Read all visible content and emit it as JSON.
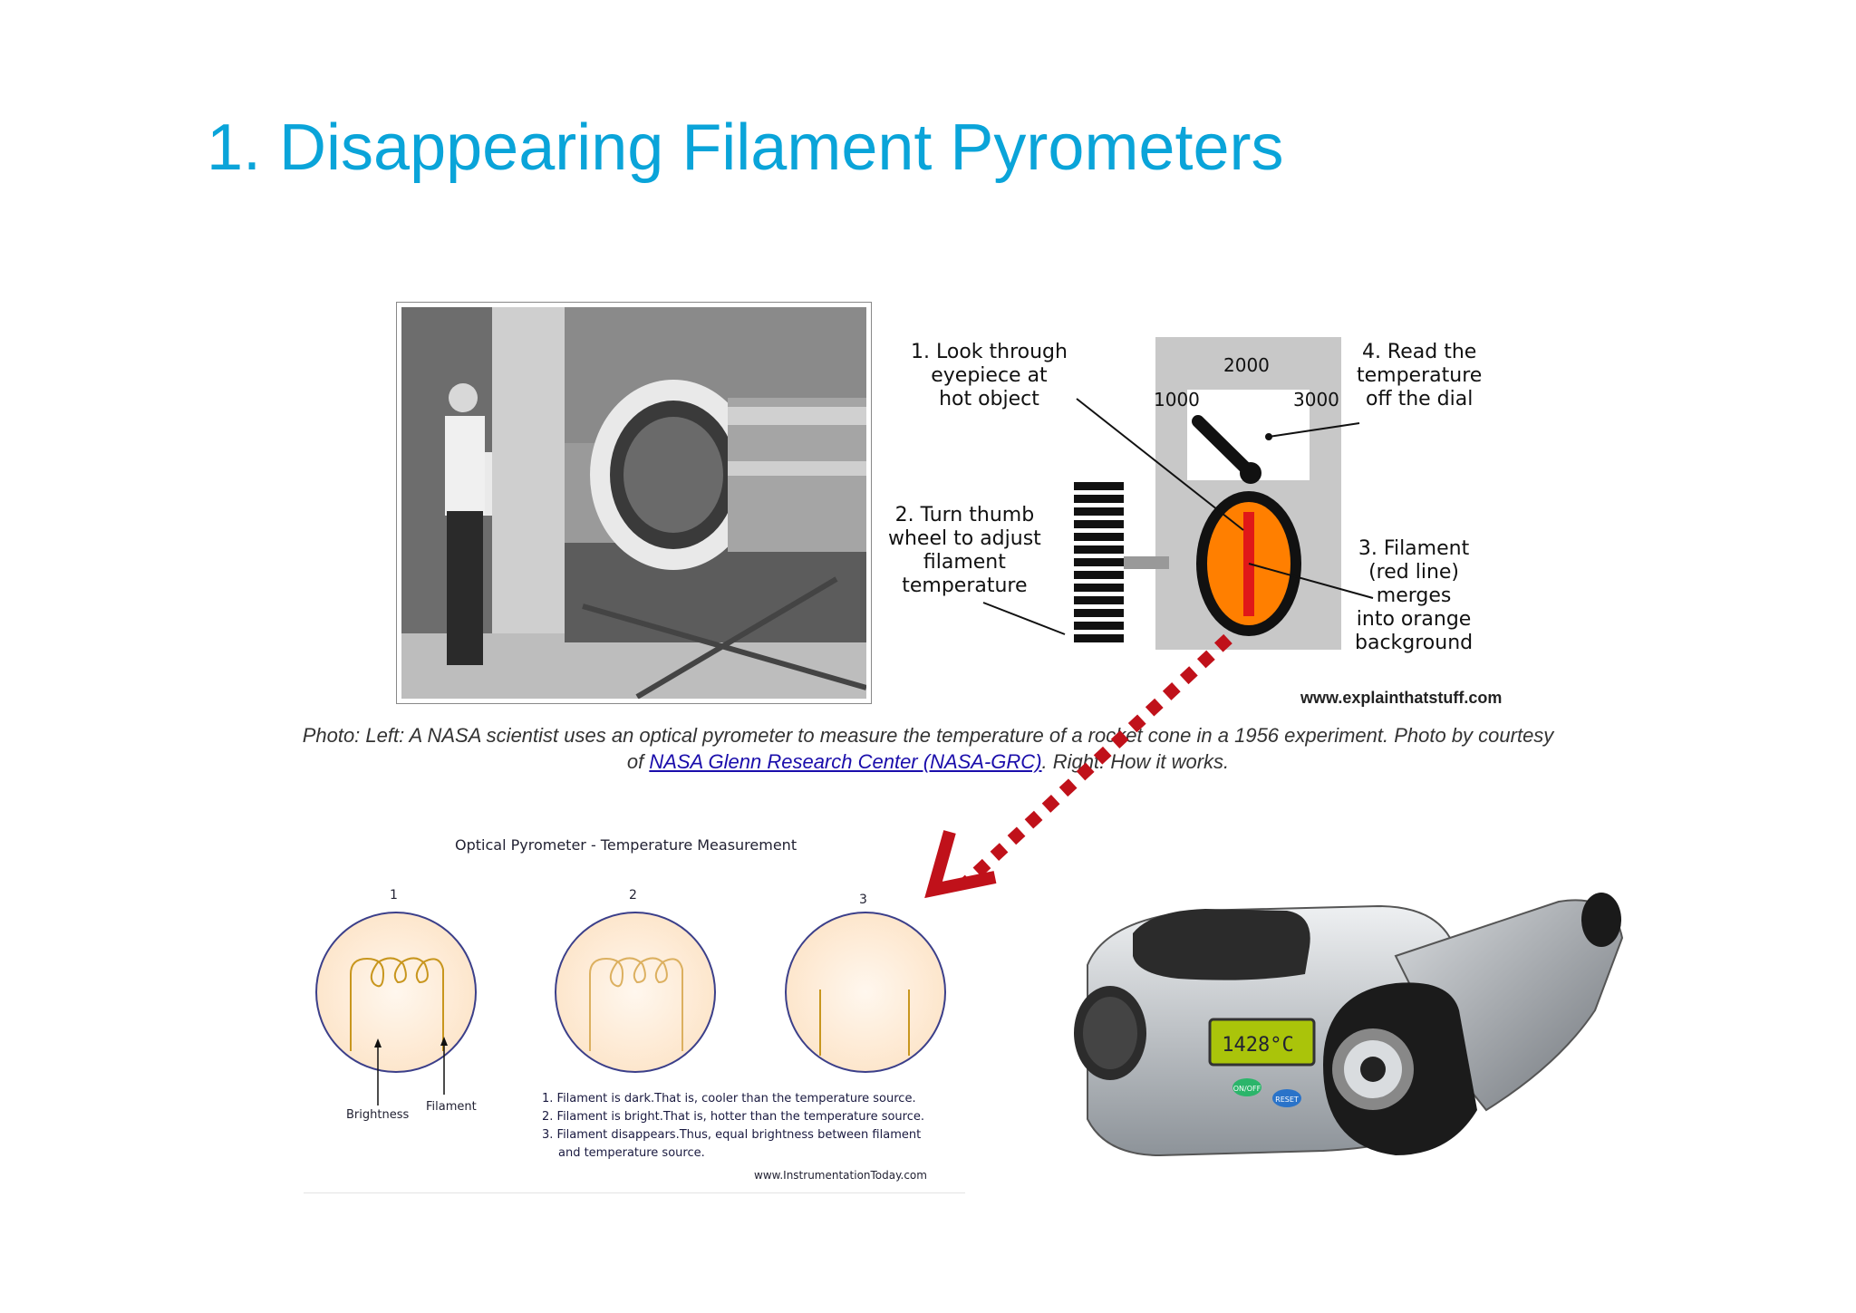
{
  "slide": {
    "title": "1. Disappearing Filament Pyrometers"
  },
  "explain": {
    "step1": [
      "1. Look through",
      "eyepiece at",
      "hot object"
    ],
    "step2": [
      "2. Turn thumb",
      "wheel to adjust",
      "filament",
      "temperature"
    ],
    "step3": [
      "3. Filament",
      "(red line)",
      "merges",
      "into orange",
      "background"
    ],
    "step4": [
      "4. Read the",
      "temperature",
      "off the dial"
    ],
    "dial": {
      "left": "1000",
      "top": "2000",
      "right": "3000"
    },
    "source": "www.explainthatstuff.com"
  },
  "caption": {
    "text1": "Photo: Left: A NASA scientist uses an optical pyrometer to measure the temperature of a rocket cone in a 1956 experiment. Photo by courtesy",
    "text2_prefix": "of ",
    "link": "NASA Glenn Research Center (NASA-GRC)",
    "text2_suffix": ". Right: How it works."
  },
  "optical": {
    "title": "Optical Pyrometer - Temperature Measurement",
    "numbers": [
      "1",
      "2",
      "3"
    ],
    "label_brightness": "Brightness",
    "label_filament": "Filament",
    "notes": [
      "1. Filament is dark.That is, cooler than the temperature source.",
      "2. Filament is bright.That is, hotter than the temperature source.",
      "3. Filament disappears.Thus, equal brightness between filament",
      "and temperature source."
    ],
    "source": "www.InstrumentationToday.com"
  },
  "device": {
    "display": "1428°C",
    "btn_onoff": "ON/OFF",
    "btn_reset": "RESET"
  },
  "colors": {
    "title": "#0aa4d9",
    "arrow": "#c0111a",
    "orange": "#ff7f00",
    "filament": "#d4a03a"
  }
}
